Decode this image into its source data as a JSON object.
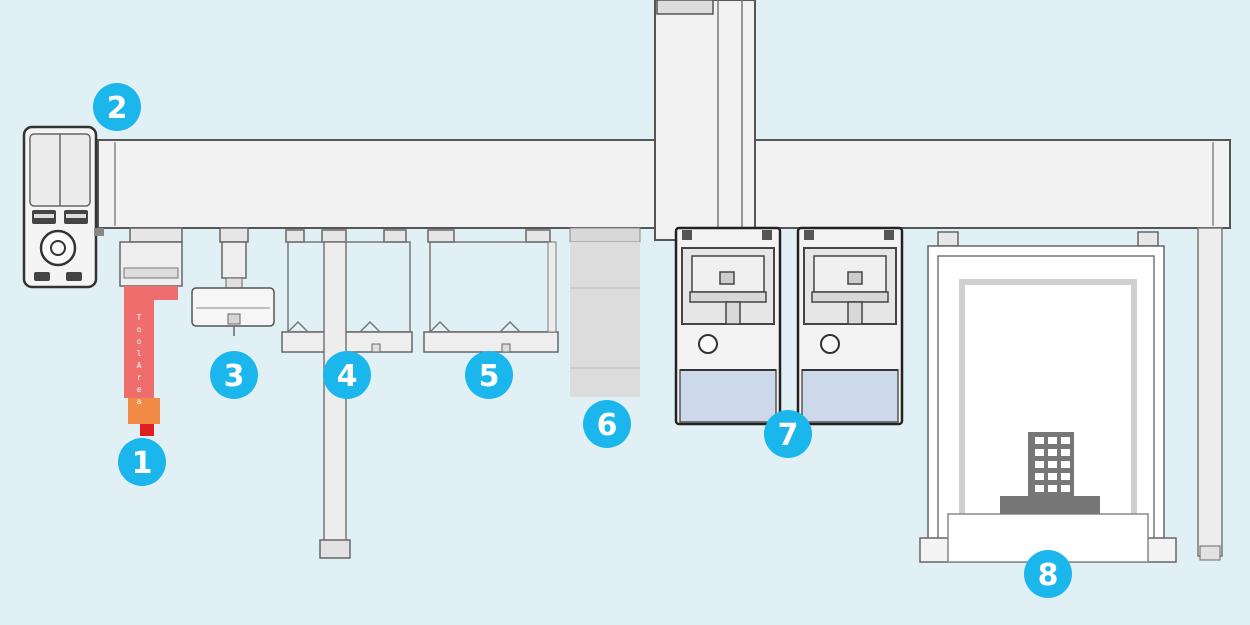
{
  "callouts": [
    "1",
    "2",
    "3",
    "4",
    "5",
    "6",
    "7",
    "8"
  ],
  "tool_area_label": [
    "T",
    "o",
    "o",
    "l",
    "A",
    "r",
    "e",
    "a"
  ],
  "colors": {
    "background": "#e0f0f4",
    "badge": "#1ab6ec",
    "frame": "#efefef",
    "outline": "#555555",
    "tool_red": "#f06d6d",
    "tool_orange": "#f08a45",
    "drawer_blue": "#cdd8ea",
    "building": "#777777"
  }
}
